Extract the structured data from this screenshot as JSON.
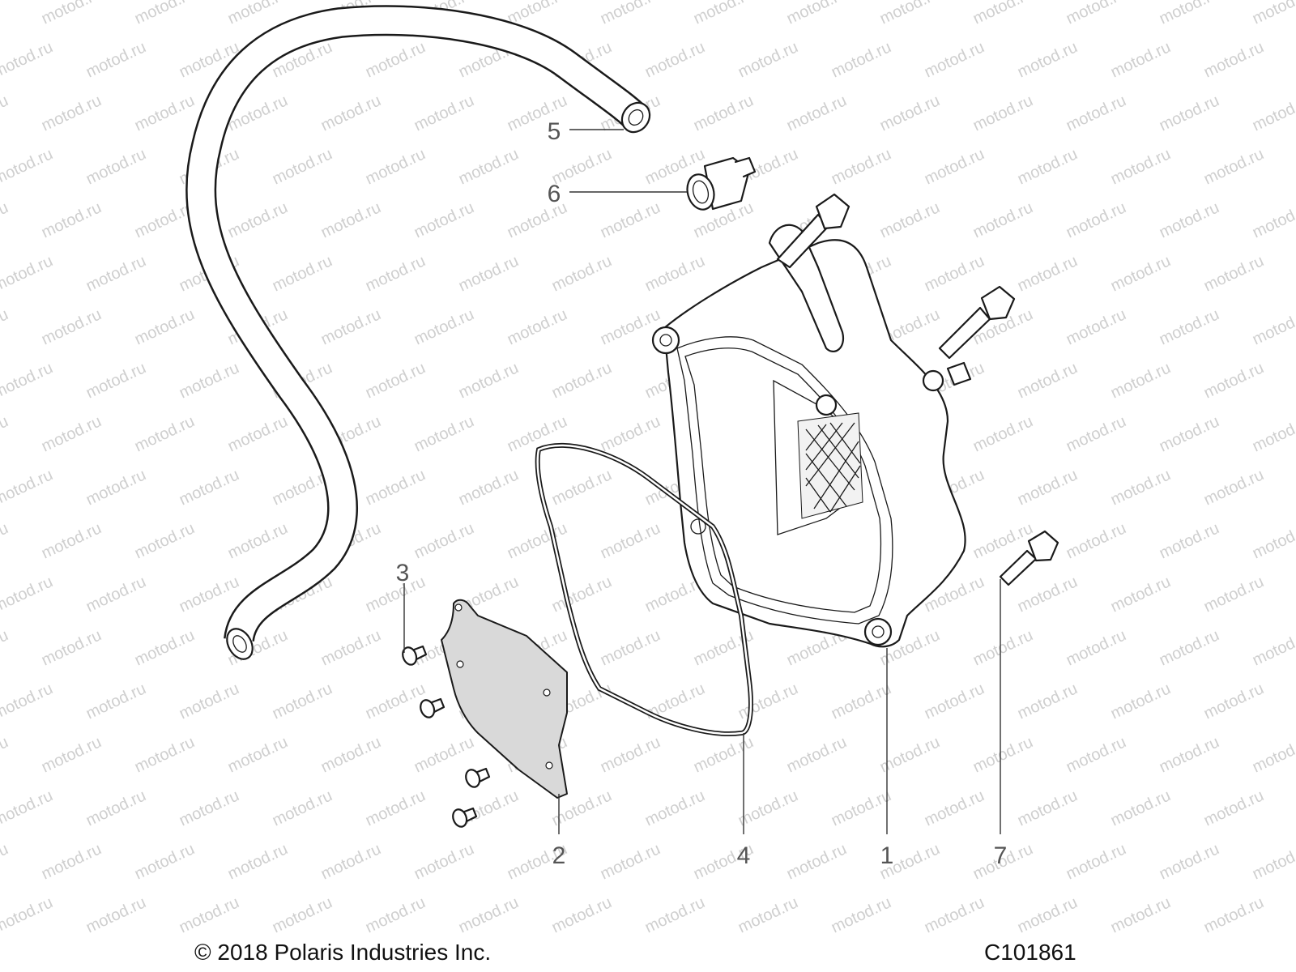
{
  "watermark": {
    "text": "motod.ru",
    "color": "#cfcfcf"
  },
  "callouts": [
    {
      "id": "1",
      "part": "valve-cover"
    },
    {
      "id": "2",
      "part": "cover-plate"
    },
    {
      "id": "3",
      "part": "plate-screw"
    },
    {
      "id": "4",
      "part": "cover-gasket"
    },
    {
      "id": "5",
      "part": "breather-hose"
    },
    {
      "id": "6",
      "part": "hose-clamp"
    },
    {
      "id": "7",
      "part": "cover-bolt"
    }
  ],
  "footer": {
    "copyright": "© 2018 Polaris Industries Inc.",
    "diagram_id": "C101861"
  }
}
